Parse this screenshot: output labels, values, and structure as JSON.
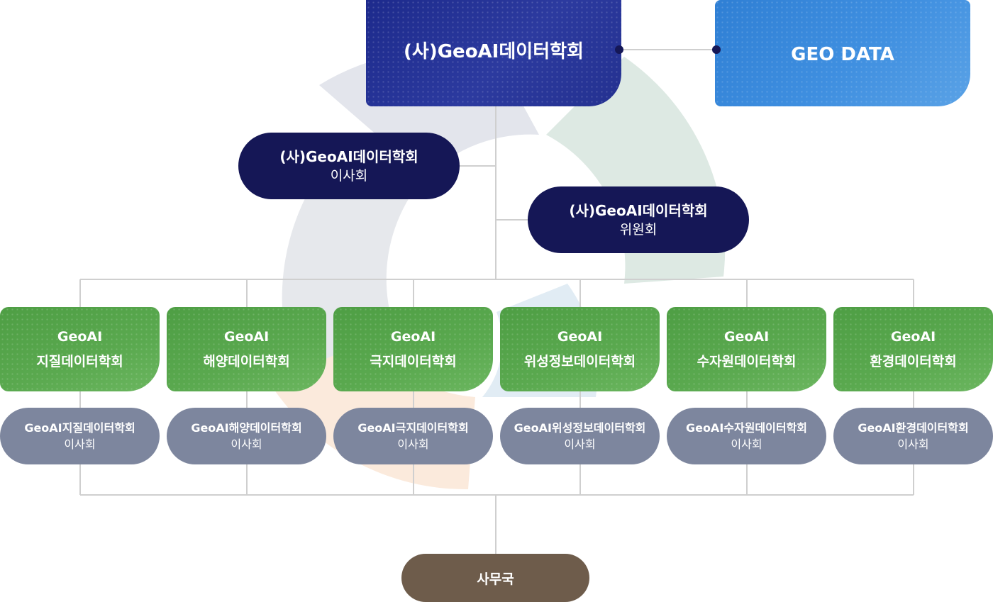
{
  "top": {
    "main_label": "(사)GeoAI데이터학회",
    "geo_data_label": "GEO DATA"
  },
  "board": {
    "line1": "(사)GeoAI데이터학회",
    "line2": "이사회"
  },
  "committee": {
    "line1": "(사)GeoAI데이터학회",
    "line2": "위원회"
  },
  "branches": [
    {
      "name_line1": "GeoAI",
      "name_line2": "지질데이터학회",
      "board_line1": "GeoAI지질데이터학회",
      "board_line2": "이사회"
    },
    {
      "name_line1": "GeoAI",
      "name_line2": "해양데이터학회",
      "board_line1": "GeoAI해양데이터학회",
      "board_line2": "이사회"
    },
    {
      "name_line1": "GeoAI",
      "name_line2": "극지데이터학회",
      "board_line1": "GeoAI극지데이터학회",
      "board_line2": "이사회"
    },
    {
      "name_line1": "GeoAI",
      "name_line2": "위성정보데이터학회",
      "board_line1": "GeoAI위성정보데이터학회",
      "board_line2": "이사회"
    },
    {
      "name_line1": "GeoAI",
      "name_line2": "수자원데이터학회",
      "board_line1": "GeoAI수자원데이터학회",
      "board_line2": "이사회"
    },
    {
      "name_line1": "GeoAI",
      "name_line2": "환경데이터학회",
      "board_line1": "GeoAI환경데이터학회",
      "board_line2": "이사회"
    }
  ],
  "office": {
    "label": "사무국"
  },
  "colors": {
    "main_navy": "#1d2a8c",
    "geo_data_blue": "#3f8fe0",
    "pill_navy": "#151756",
    "branch_green": "#5aa94f",
    "board_gray": "#7d869e",
    "office_brown": "#6e5c4b",
    "connector_line": "#cfcfcf"
  }
}
